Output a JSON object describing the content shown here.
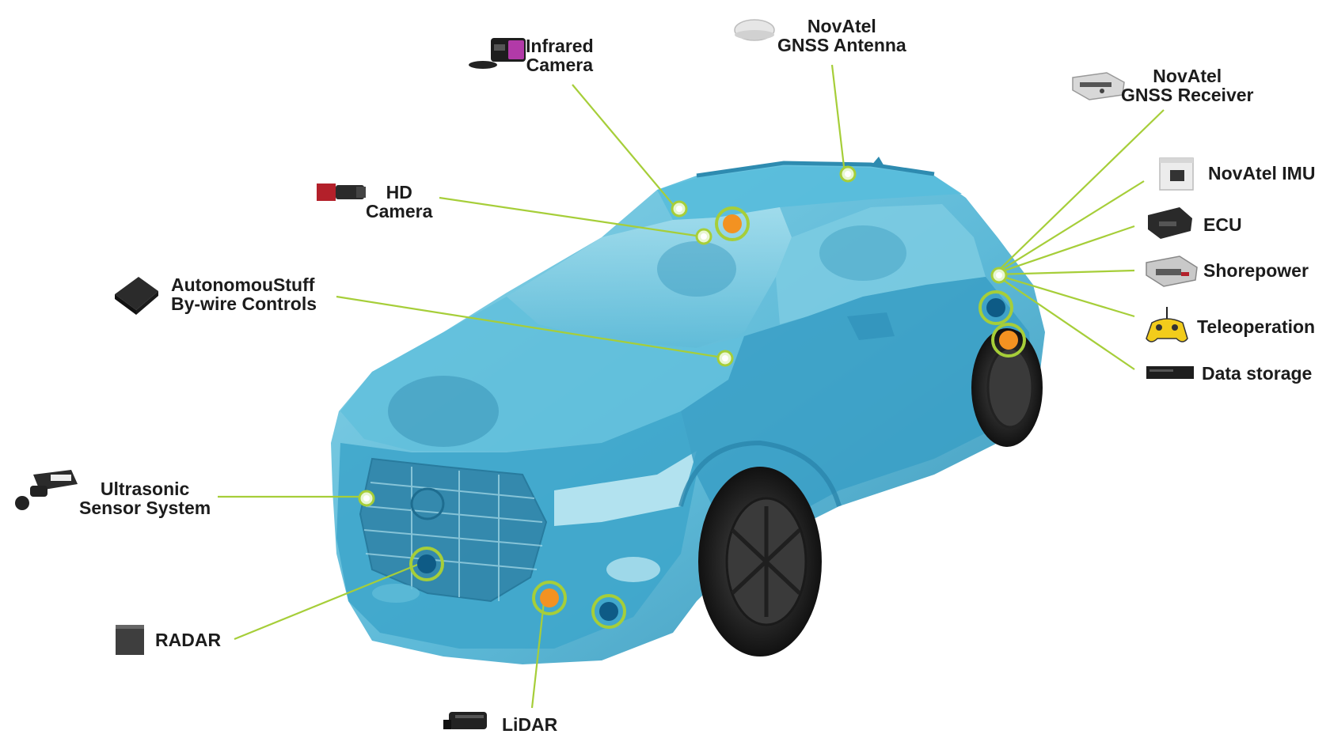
{
  "colors": {
    "body_fill": "#4fb8d8",
    "body_dark": "#2f8fb3",
    "glass": "#8fd4e6",
    "callout_line": "#a6ce39",
    "dot_orange": "#f39221",
    "dot_blue": "#0e5b86",
    "ring": "#a6ce39"
  },
  "labels": {
    "infrared_camera": [
      "Infrared",
      "Camera"
    ],
    "gnss_antenna": [
      "NovAtel",
      "GNSS Antenna"
    ],
    "gnss_receiver": [
      "NovAtel",
      "GNSS Receiver"
    ],
    "hd_camera": [
      "HD",
      "Camera"
    ],
    "bywire": [
      "AutonomouStuff",
      "By-wire Controls"
    ],
    "imu": "NovAtel IMU",
    "ecu": "ECU",
    "shorepower": "Shorepower",
    "teleoperation": "Teleoperation",
    "data_storage": "Data storage",
    "ultrasonic": [
      "Ultrasonic",
      "Sensor System"
    ],
    "radar": "RADAR",
    "lidar": "LiDAR"
  },
  "icons": [
    "infrared-camera-icon",
    "gnss-antenna-icon",
    "gnss-receiver-icon",
    "hd-camera-icon",
    "bywire-controller-icon",
    "imu-icon",
    "ecu-icon",
    "shorepower-icon",
    "gamepad-icon",
    "data-storage-icon",
    "ultrasonic-sensor-icon",
    "radar-icon",
    "lidar-icon"
  ]
}
